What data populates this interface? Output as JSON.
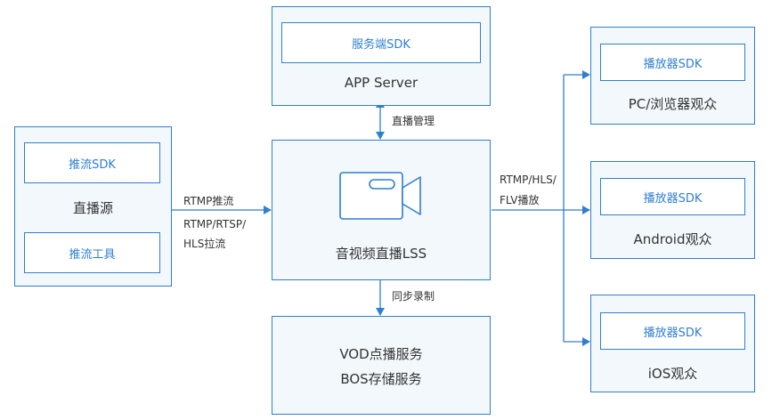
{
  "app_server": {
    "title": "APP Server",
    "sdk": "服务端SDK"
  },
  "source": {
    "title": "直播源",
    "sdk": "推流SDK",
    "tool": "推流工具"
  },
  "lss": {
    "title": "音视频直播LSS",
    "icon": "video-camera-icon"
  },
  "storage": {
    "line1": "VOD点播服务",
    "line2": "BOS存储服务"
  },
  "viewers": {
    "pc": {
      "title": "PC/浏览器观众",
      "sdk": "播放器SDK"
    },
    "android": {
      "title": "Android观众",
      "sdk": "播放器SDK"
    },
    "ios": {
      "title": "iOS观众",
      "sdk": "播放器SDK"
    }
  },
  "edges": {
    "manage": "直播管理",
    "push": "RTMP推流",
    "pull_line1": "RTMP/RTSP/",
    "pull_line2": "HLS拉流",
    "record": "同步录制",
    "play_line1": "RTMP/HLS/",
    "play_line2": "FLV播放"
  },
  "colors": {
    "accent": "#2f7fd0",
    "box_fill": "#f3f8fd",
    "text": "#333333"
  }
}
